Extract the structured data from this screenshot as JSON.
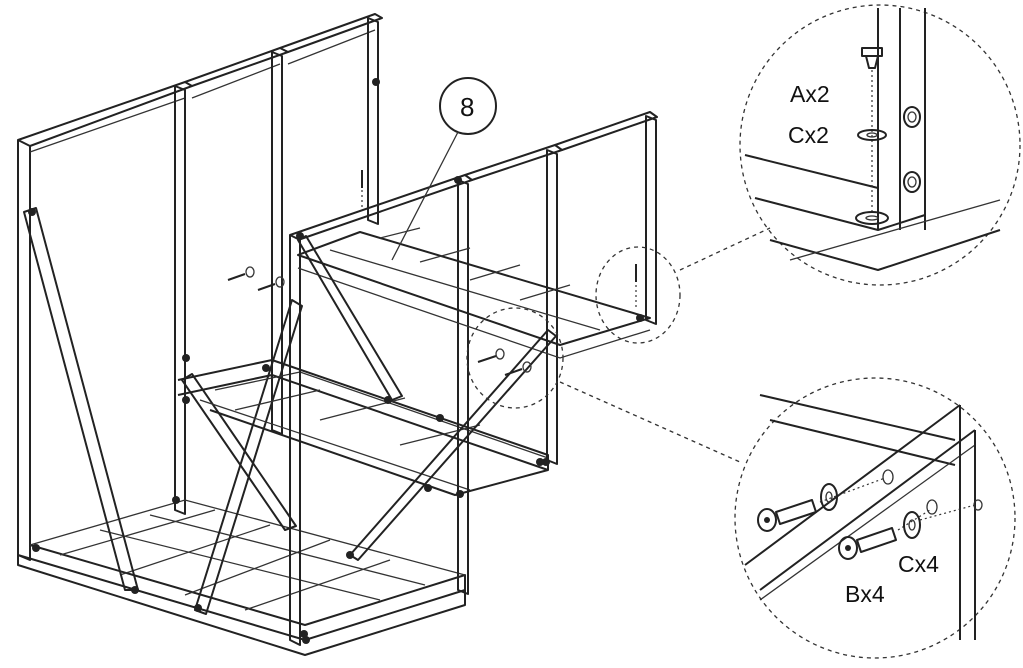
{
  "diagram": {
    "step_number": "8",
    "callout_top": {
      "screw_label": "Ax2",
      "washer_label": "Cx2"
    },
    "callout_bottom": {
      "bolt_label": "Bx4",
      "washer_label": "Cx4"
    }
  }
}
